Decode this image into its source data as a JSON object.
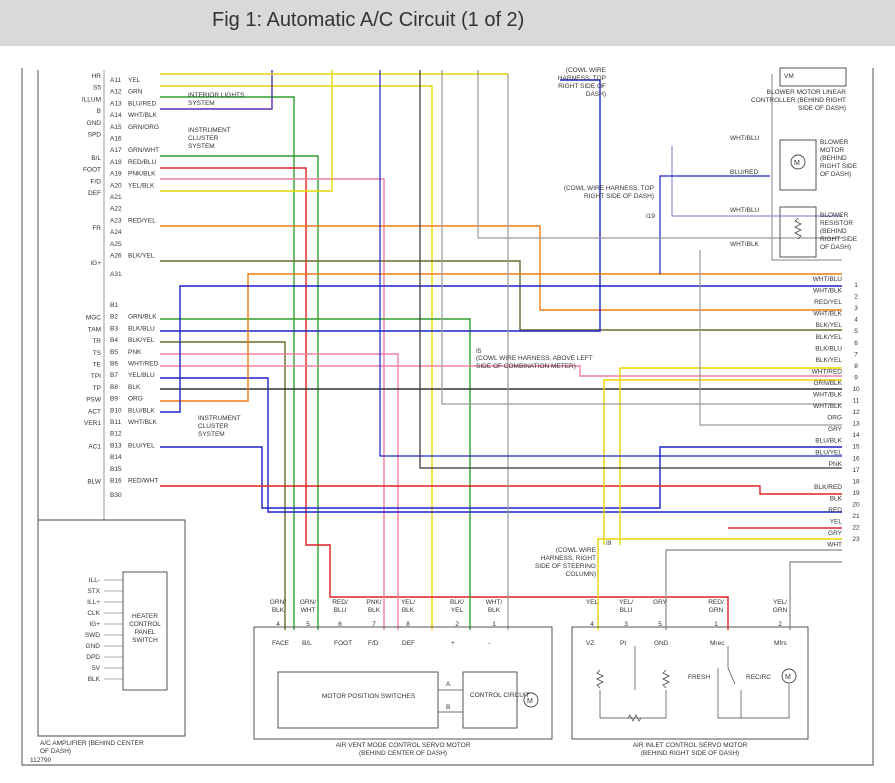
{
  "title": "Fig 1: Automatic A/C Circuit (1 of 2)",
  "pin_labels_a": [
    "HR",
    "S5",
    "ILLUM",
    "B",
    "GND",
    "SPD",
    "",
    "B/L",
    "FOOT",
    "F/D",
    "DEF",
    "",
    "",
    "FR",
    "",
    "",
    "IG+"
  ],
  "pin_labels_b": [
    "",
    "MGC",
    "TAM",
    "TR",
    "TS",
    "TE",
    "TPI",
    "TP",
    "PSW",
    "ACT",
    "VER1",
    "",
    "AC1",
    "",
    "",
    "BLW"
  ],
  "pins_a": [
    "A11",
    "A12",
    "A13",
    "A14",
    "A15",
    "A16",
    "A17",
    "A18",
    "A19",
    "A20",
    "A21",
    "A22",
    "A23",
    "A24",
    "A25",
    "A26"
  ],
  "pins_b": [
    "B1",
    "B2",
    "B3",
    "B4",
    "B5",
    "B6",
    "B7",
    "B8",
    "B9",
    "B10",
    "B11",
    "B12",
    "B13",
    "B14",
    "B15",
    "B16"
  ],
  "wire_colors_a": [
    "YEL",
    "GRN",
    "BLU/RED",
    "WHT/BLK",
    "GRN/ORG",
    "",
    "GRN/WHT",
    "RED/BLU",
    "PNK/BLK",
    "YEL/BLK",
    "",
    "",
    "RED/YEL",
    "",
    "",
    "BLK/YEL"
  ],
  "wire_colors_b": [
    "",
    "GRN/BLK",
    "BLK/BLU",
    "BLK/YEL",
    "PNK",
    "WHT/RED",
    "YEL/BLU",
    "BLK",
    "ORG",
    "BLU/BLK",
    "WHT/BLK",
    "",
    "BLU/YEL",
    "",
    "",
    "RED/WHT"
  ],
  "pin_a31": "A31",
  "pin_b30": "B30",
  "interior_lights": "INTERIOR LIGHTS SYSTEM",
  "instrument_cluster_1": "INSTRUMENT CLUSTER SYSTEM",
  "instrument_cluster_2": "INSTRUMENT CLUSTER SYSTEM",
  "cowl_top_note": "(COWL WIRE HARNESS, TOP RIGHT SIDE OF DASH)",
  "blower_linear": "BLOWER MOTOR LINEAR CONTROLLER (BEHIND RIGHT SIDE OF DASH)",
  "vm_label": "VM",
  "blower_motor": "BLOWER MOTOR (BEHIND RIGHT SIDE OF DASH)",
  "blower_resistor": "BLOWER RESISTOR (BEHIND RIGHT SIDE OF DASH)",
  "wht_blu": "WHT/BLU",
  "blu_red": "BLU/RED",
  "wht_blu_2": "WHT/BLU",
  "wht_blk": "WHT/BLK",
  "i19_note": "(COWL WIRE HARNESS, TOP RIGHT SIDE OF DASH)",
  "i19": "I19",
  "i5_label": "I5",
  "i5_note": "(COWL WIRE HARNESS, ABOVE LEFT SIDE OF COMBINATION METER)",
  "i9_label": "I9",
  "i9_note": "(COWL WIRE HARNESS, RIGHT SIDE OF STEERING COLUMN)",
  "right_connector": [
    "WHT/BLU",
    "WHT/BLK",
    "RED/YEL",
    "WHT/BLK",
    "BLK/YEL",
    "BLK/YEL",
    "BLK/BLU",
    "BLK/YEL",
    "WHT/RED",
    "GRN/BLK",
    "WHT/BLK",
    "WHT/BLK",
    "ORG",
    "GRY",
    "BLU/BLK",
    "BLU/YEL",
    "PNK",
    "",
    "BLK/RED",
    "BLK",
    "RED",
    "YEL",
    "GRY",
    "WHT"
  ],
  "right_nums": [
    "1",
    "2",
    "3",
    "4",
    "5",
    "6",
    "7",
    "8",
    "9",
    "10",
    "11",
    "12",
    "13",
    "14",
    "15",
    "16",
    "17",
    "18",
    "19",
    "20",
    "21",
    "22",
    "23"
  ],
  "heater_panel": "HEATER CONTROL PANEL SWITCH",
  "panel_pins": [
    "ILL-",
    "STX",
    "ILL+",
    "CLK",
    "IG+",
    "SWD",
    "GND",
    "DPD",
    "5V",
    "BLK"
  ],
  "amp_label": "A/C AMPLIFIER (BEHIND CENTER OF DASH)",
  "fig_id": "112790",
  "vent_wires": [
    "GRN/ BLK",
    "GRN/ WHT",
    "RED/ BLU",
    "PNK/ BLK",
    "YEL/ BLK",
    "BLK/ YEL",
    "WHT/ BLK"
  ],
  "vent_nums": [
    "4",
    "5",
    "6",
    "7",
    "8",
    "2",
    "1"
  ],
  "vent_terms": [
    "FACE",
    "B/L",
    "FOOT",
    "F/D",
    "DEF",
    "+",
    "-"
  ],
  "motor_switches": "MOTOR POSITION SWITCHES",
  "control_circuit": "CONTROL CIRCUIT",
  "vent_servo": "AIR VENT MODE CONTROL SERVO MOTOR (BEHIND CENTER OF DASH)",
  "inlet_wires": [
    "YEL",
    "YEL/ BLU",
    "GRY",
    "RED/ GRN",
    "YEL/ GRN"
  ],
  "inlet_nums": [
    "4",
    "3",
    "5",
    "1",
    "2"
  ],
  "inlet_terms": [
    "VZ",
    "Pt",
    "GND",
    "Mrec",
    "Mfrs"
  ],
  "fresh": "FRESH",
  "rec": "REC/RC",
  "inlet_servo": "AIR INLET CONTROL SERVO MOTOR (BEHIND RIGHT SIDE OF DASH)",
  "ab": [
    "A",
    "B"
  ],
  "motor_m": "M",
  "colors": {
    "yellow": "#e8d600",
    "green": "#2ea02e",
    "blue": "#1c24c8",
    "purple": "#5a2fb0",
    "red": "#e02020",
    "pink": "#f080a0",
    "orange": "#f07c10",
    "gray": "#9a9a9a",
    "olive": "#6a6a2a",
    "black": "#333333",
    "lav": "#9090e0"
  }
}
